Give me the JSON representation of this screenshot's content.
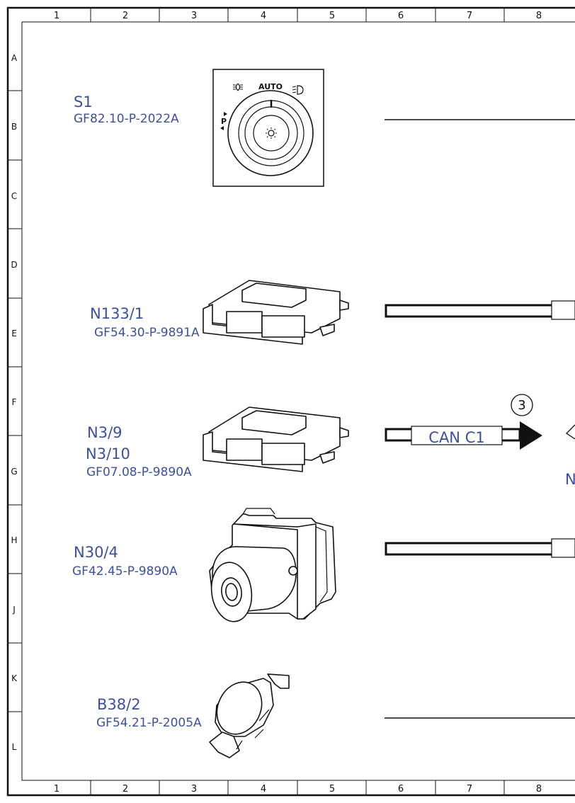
{
  "grid": {
    "columns": [
      "1",
      "2",
      "3",
      "4",
      "5",
      "6",
      "7",
      "8"
    ],
    "rows": [
      "A",
      "B",
      "C",
      "D",
      "E",
      "F",
      "G",
      "H",
      "J",
      "K",
      "L"
    ]
  },
  "components": [
    {
      "id": "S1",
      "doc": "GF82.10-P-2022A"
    },
    {
      "id": "N133/1",
      "doc": "GF54.30-P-9891A"
    },
    {
      "id": "N3/9",
      "id2": "N3/10",
      "doc": "GF07.08-P-9890A"
    },
    {
      "id": "N30/4",
      "doc": "GF42.45-P-9890A"
    },
    {
      "id": "B38/2",
      "doc": "GF54.21-P-2005A"
    }
  ],
  "switch_symbols": {
    "auto": "AUTO",
    "parking": "P"
  },
  "bus": {
    "label": "CAN C1",
    "marker": "3"
  },
  "cut_off_text": "N"
}
